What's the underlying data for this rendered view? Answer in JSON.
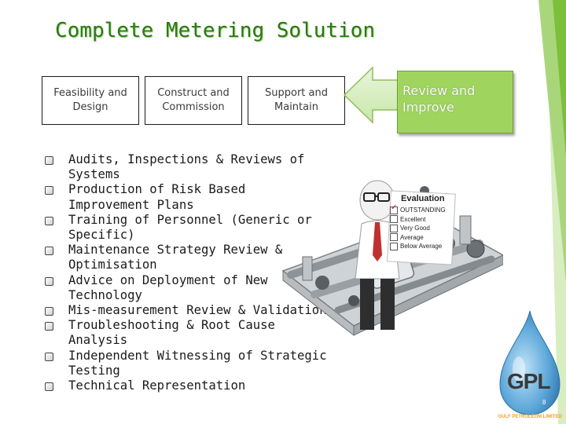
{
  "title": "Complete Metering Solution",
  "process_boxes": [
    {
      "label": "Feasibility and Design"
    },
    {
      "label": "Construct and Commission"
    },
    {
      "label": "Support and Maintain"
    }
  ],
  "review_box": {
    "label": "Review and Improve"
  },
  "services": [
    "Audits, Inspections & Reviews of Systems",
    "Production of Risk Based Improvement Plans",
    "Training of Personnel (Generic or Specific)",
    "Maintenance Strategy Review & Optimisation",
    "Advice on Deployment of New Technology",
    "Mis-measurement Review & Validation",
    "Troubleshooting & Root Cause Analysis",
    "Independent Witnessing of Strategic Testing",
    "Technical Representation"
  ],
  "evaluation": {
    "heading": "Evaluation",
    "options": [
      "OUTSTANDING",
      "Excellent",
      "Very Good",
      "Average",
      "Below Average"
    ]
  },
  "logo": {
    "text": "GPL",
    "company": "GULF PETROLEUM LIMITED",
    "page_number": "8"
  },
  "colors": {
    "accent_green": "#9fd45f",
    "title_green": "#2a7a12",
    "drop_blue": "#5aa6d8",
    "logo_orange": "#f0a020"
  }
}
